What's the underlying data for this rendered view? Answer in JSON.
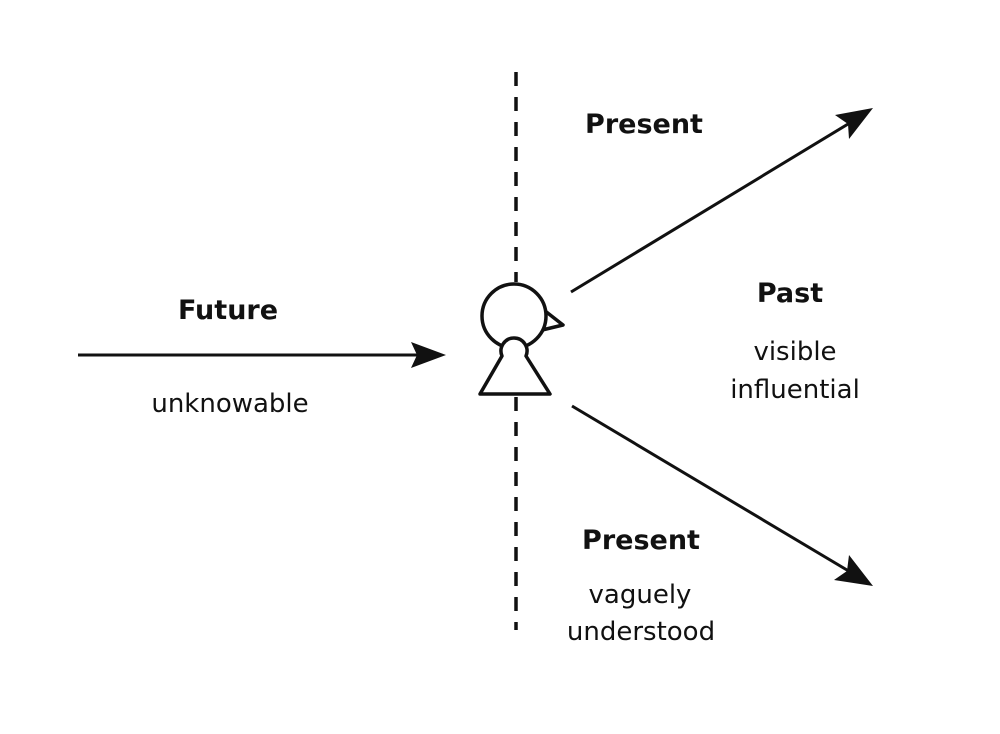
{
  "diagram": {
    "future": {
      "title": "Future",
      "caption": "unknowable"
    },
    "present_top": {
      "title": "Present"
    },
    "past": {
      "title": "Past",
      "caption_line1": "visible",
      "caption_line2": "influential"
    },
    "present_bottom": {
      "title": "Present",
      "caption_line1": "vaguely",
      "caption_line2": "understood"
    }
  },
  "colors": {
    "ink": "#111111",
    "background": "#ffffff"
  },
  "icons": [
    "person-icon",
    "arrow-incoming",
    "arrow-up-right",
    "arrow-down-right",
    "dashed-divider"
  ]
}
